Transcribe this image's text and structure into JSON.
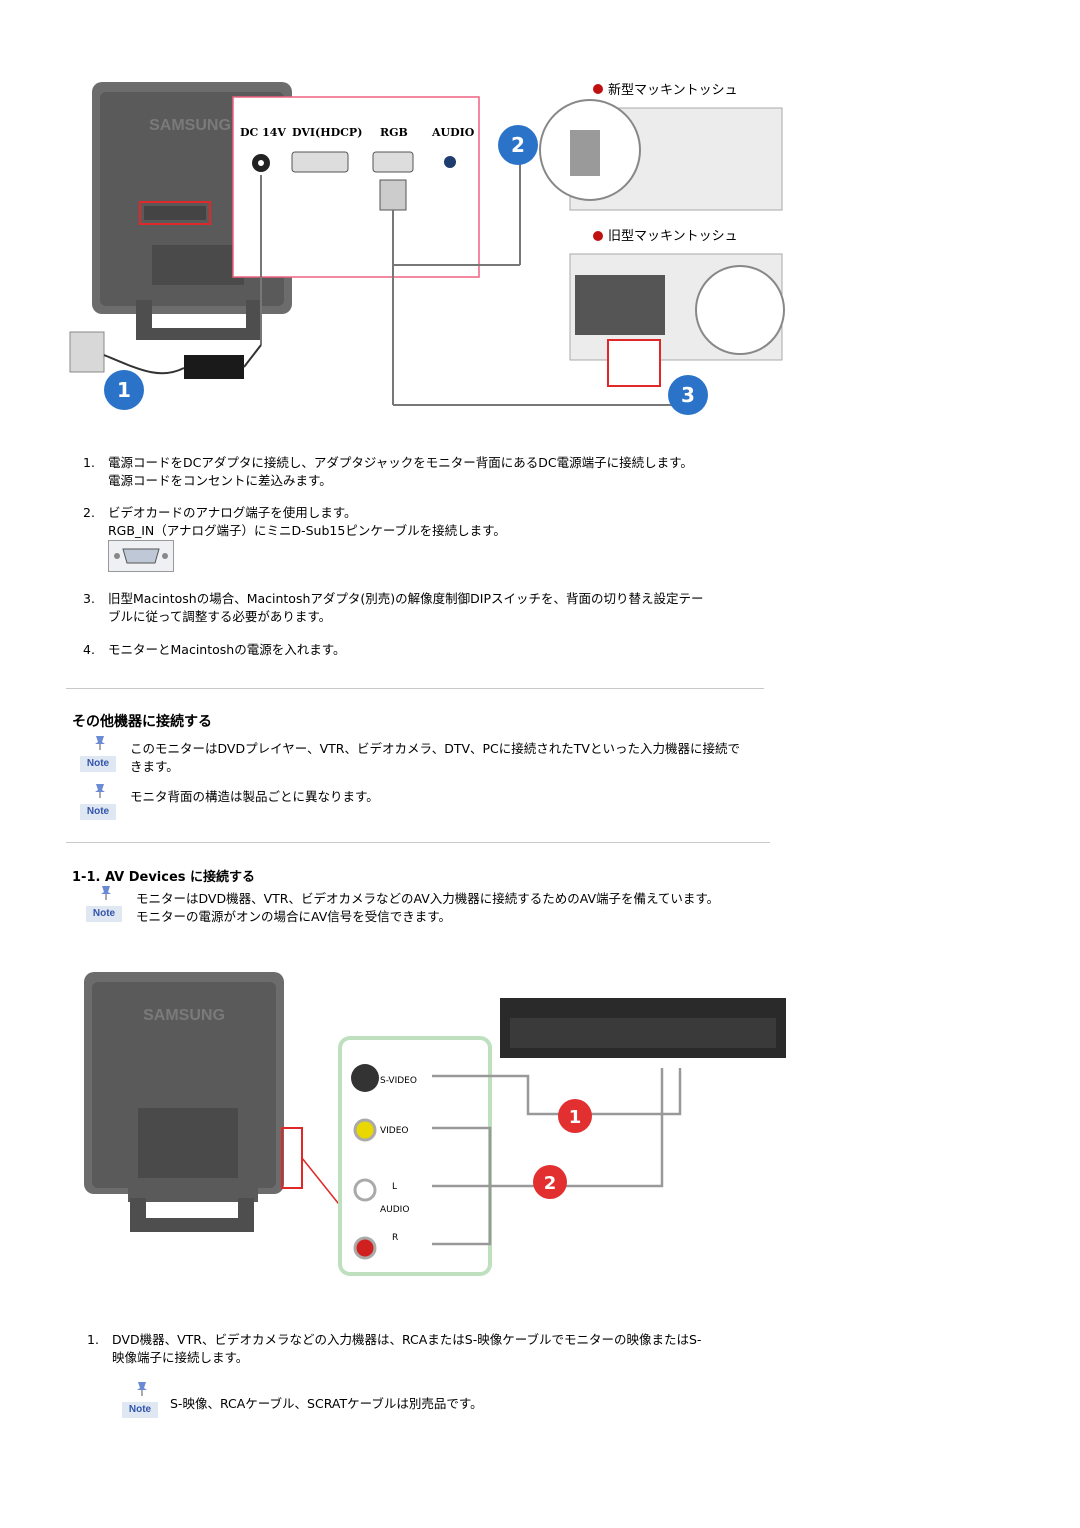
{
  "figure1": {
    "port_labels": [
      "DC 14V",
      "DVI(HDCP)",
      "RGB",
      "AUDIO"
    ],
    "mac_new_label": "新型マッキントッシュ",
    "mac_old_label": "旧型マッキントッシュ",
    "step_badges": [
      "1",
      "2",
      "3"
    ],
    "brand": "SAMSUNG"
  },
  "steps": [
    {
      "num": "1.",
      "lines": [
        "電源コードをDCアダプタに接続し、アダプタジャックをモニター背面にあるDC電源端子に接続します。",
        "電源コードをコンセントに差込みます。"
      ]
    },
    {
      "num": "2.",
      "lines": [
        "ビデオカードのアナログ端子を使用します。",
        "RGB_IN（アナログ端子）にミニD-Sub15ピンケーブルを接続します。"
      ]
    },
    {
      "num": "3.",
      "lines": [
        "旧型Macintoshの場合、Macintoshアダプタ(別売)の解像度制御DIPスイッチを、背面の切り替え設定テー",
        "ブルに従って調整する必要があります。"
      ]
    },
    {
      "num": "4.",
      "lines": [
        "モニターとMacintoshの電源を入れます。"
      ]
    }
  ],
  "section_title": "その他機器に接続する",
  "notes": [
    {
      "label": "Note",
      "lines": [
        "このモニターはDVDプレイヤー、VTR、ビデオカメラ、DTV、PCに接続されたTVといった入力機器に接続で",
        "きます。"
      ]
    },
    {
      "label": "Note",
      "lines": [
        "モニタ背面の構造は製品ごとに異なります。"
      ]
    }
  ],
  "subsection_title": "1-1. AV Devices に接続する",
  "av_note": {
    "label": "Note",
    "lines": [
      "モニターはDVD機器、VTR、ビデオカメラなどのAV入力機器に接続するためのAV端子を備えています。",
      "モニターの電源がオンの場合にAV信号を受信できます。"
    ]
  },
  "figure2": {
    "jack_labels": {
      "svideo": "S-VIDEO",
      "video": "VIDEO",
      "l": "L",
      "audio": "AUDIO",
      "r": "R"
    },
    "step_badges": [
      "1",
      "2"
    ],
    "brand": "SAMSUNG"
  },
  "av_steps": [
    {
      "num": "1.",
      "lines": [
        "DVD機器、VTR、ビデオカメラなどの入力機器は、RCAまたはS-映像ケーブルでモニターの映像またはS-",
        "映像端子に接続します。"
      ]
    }
  ],
  "final_note": {
    "label": "Note",
    "text": "S-映像、RCAケーブル、SCRATケーブルは別売品です。"
  }
}
